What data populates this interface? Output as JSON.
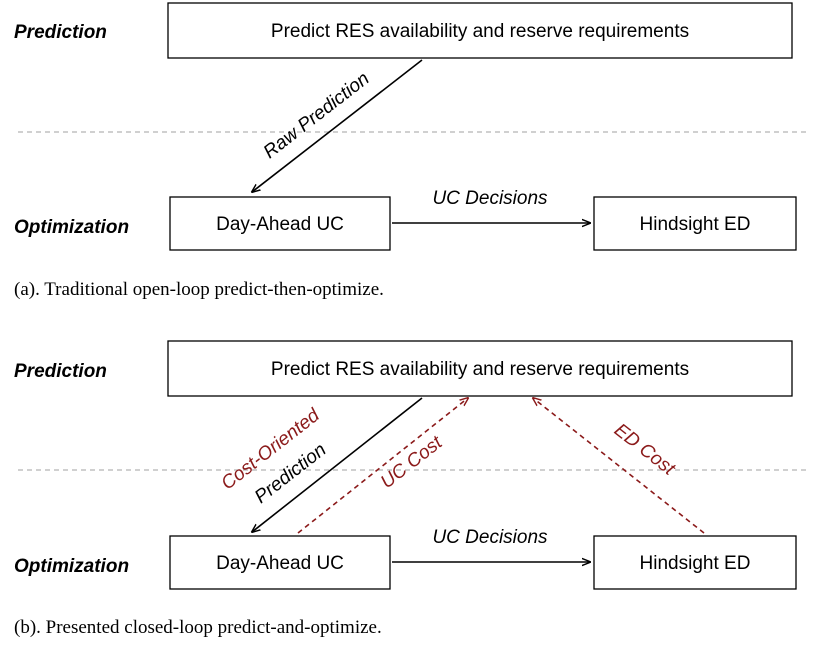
{
  "panel_a": {
    "row_prediction": "Prediction",
    "row_optimization": "Optimization",
    "predict_box": "Predict RES availability and reserve requirements",
    "uc_box": "Day-Ahead UC",
    "ed_box": "Hindsight ED",
    "raw_prediction": "Raw Prediction",
    "uc_decisions": "UC Decisions",
    "caption": "(a). Traditional open-loop predict-then-optimize."
  },
  "panel_b": {
    "row_prediction": "Prediction",
    "row_optimization": "Optimization",
    "predict_box": "Predict RES availability and reserve requirements",
    "uc_box": "Day-Ahead UC",
    "ed_box": "Hindsight ED",
    "cost_oriented": "Cost-Oriented",
    "prediction": "Prediction",
    "uc_cost": "UC Cost",
    "ed_cost": "ED Cost",
    "uc_decisions": "UC Decisions",
    "caption": "(b). Presented closed-loop predict-and-optimize."
  },
  "colors": {
    "feedback": "#8b1a1a",
    "separator": "#b5b5b5"
  }
}
